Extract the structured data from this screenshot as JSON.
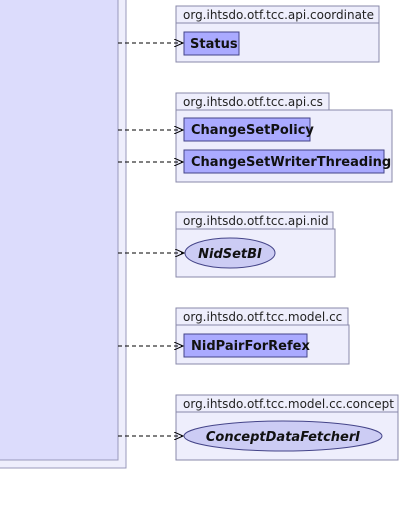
{
  "diagram": {
    "colors": {
      "main_fill": "#dcdcfc",
      "main_stroke": "#9999bb",
      "pkg_fill": "#eeeefc",
      "pkg_stroke": "#8888aa",
      "class_fill": "#aaaaff",
      "class_stroke": "#444488",
      "iface_fill": "#ccccf4",
      "arrow": "#000000"
    },
    "packages": [
      {
        "name": "org.ihtsdo.otf.tcc.api.coordinate",
        "members": [
          {
            "kind": "class",
            "name": "Status"
          }
        ]
      },
      {
        "name": "org.ihtsdo.otf.tcc.api.cs",
        "members": [
          {
            "kind": "class",
            "name": "ChangeSetPolicy"
          },
          {
            "kind": "class",
            "name": "ChangeSetWriterThreading"
          }
        ]
      },
      {
        "name": "org.ihtsdo.otf.tcc.api.nid",
        "members": [
          {
            "kind": "interface",
            "name": "NidSetBI"
          }
        ]
      },
      {
        "name": "org.ihtsdo.otf.tcc.model.cc",
        "members": [
          {
            "kind": "class",
            "name": "NidPairForRefex"
          }
        ]
      },
      {
        "name": "org.ihtsdo.otf.tcc.model.cc.concept",
        "members": [
          {
            "kind": "interface",
            "name": "ConceptDataFetcherI"
          }
        ]
      }
    ]
  }
}
